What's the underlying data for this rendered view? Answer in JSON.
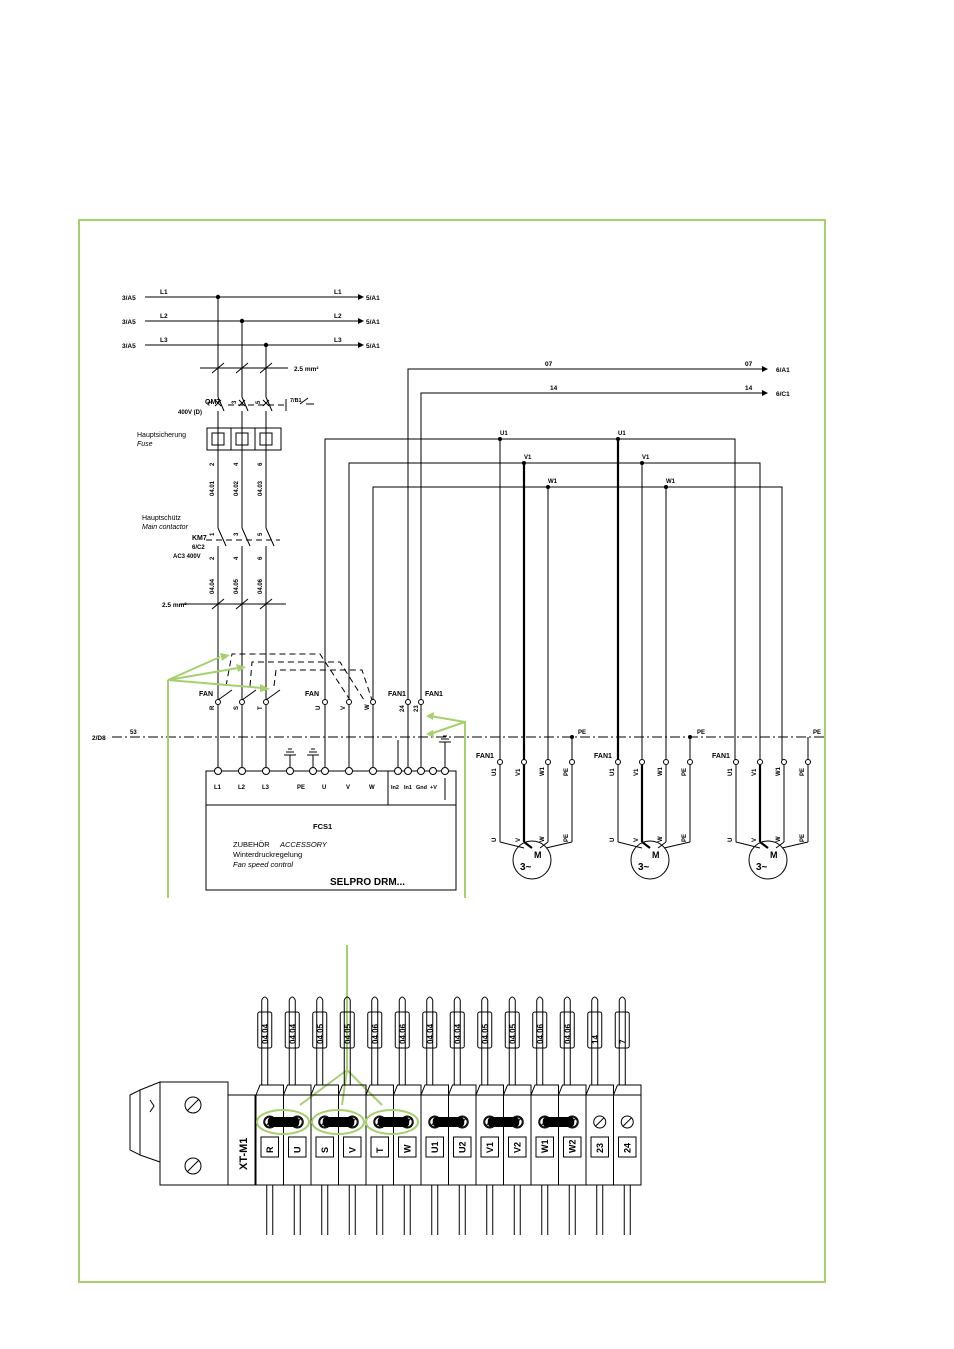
{
  "inputs": [
    {
      "src": "3/A5",
      "line": "L1",
      "dst": "5/A1"
    },
    {
      "src": "3/A5",
      "line": "L2",
      "dst": "5/A1"
    },
    {
      "src": "3/A5",
      "line": "L3",
      "dst": "5/A1"
    }
  ],
  "refs": {
    "wire07": "07",
    "wire07_right": "07",
    "ref_07": "6/A1",
    "wire14": "14",
    "wire14_right": "14",
    "ref_14": "6/C1",
    "cross_section_top": "2.5 mm²",
    "cross_section_bottom": "2.5 mm²",
    "aux_contact": "7/B1",
    "pe_bus_ref": "2/D8",
    "pe_bus_num": "53",
    "pe": "PE"
  },
  "fuse": {
    "tag": "QM7",
    "rating": "400V (D)",
    "label_de": "Hauptsicherung",
    "label_en": "Fuse",
    "poles_in": [
      "1",
      "3",
      "5"
    ],
    "poles_out": [
      "2",
      "4",
      "6"
    ]
  },
  "contactor": {
    "tag": "KM7",
    "ref": "6/C2",
    "rating": "AC3 400V",
    "label_de": "Hauptschütz",
    "label_en": "Main contactor",
    "poles_in": [
      "1",
      "3",
      "5"
    ],
    "poles_out": [
      "2",
      "4",
      "6"
    ]
  },
  "wires": {
    "fuse_out": [
      "04.01",
      "04.02",
      "04.03"
    ],
    "contactor_out": [
      "04.04",
      "04.05",
      "04.06"
    ]
  },
  "fan": {
    "label_in": "FAN",
    "label_out": "FAN",
    "label_fan1a": "FAN1",
    "label_fan1b": "FAN1",
    "in_terms": [
      "R",
      "S",
      "T"
    ],
    "out_terms": [
      "U",
      "V",
      "W"
    ],
    "fan1_terms": [
      "24",
      "23"
    ]
  },
  "controller": {
    "terms": [
      "L1",
      "L2",
      "L3",
      "PE",
      "U",
      "V",
      "W",
      "In2",
      "In1",
      "Gnd",
      "+V"
    ],
    "tag": "FCS1",
    "accessory_de": "ZUBEHÖR",
    "accessory_en": "ACCESSORY",
    "desc_de": "Winterdruckregelung",
    "desc_en": "Fan speed control",
    "product": "SELPRO  DRM..."
  },
  "motors": {
    "label": "FAN1",
    "bus_labels": [
      "U1",
      "V1",
      "W1"
    ],
    "terms": [
      "U",
      "V",
      "W",
      "PE"
    ],
    "symbol": "M",
    "phase": "3~"
  },
  "terminal_block": {
    "tag": "XT-M1",
    "wires": [
      "04.04",
      "04.04",
      "04.05",
      "04.05",
      "04.06",
      "04.06",
      "04.04",
      "04.04",
      "04.05",
      "04.05",
      "04.06",
      "04.06",
      "14",
      "7"
    ],
    "terms": [
      "R",
      "U",
      "S",
      "V",
      "T",
      "W",
      "U1",
      "U2",
      "V1",
      "V2",
      "W1",
      "W2",
      "23",
      "24"
    ]
  }
}
